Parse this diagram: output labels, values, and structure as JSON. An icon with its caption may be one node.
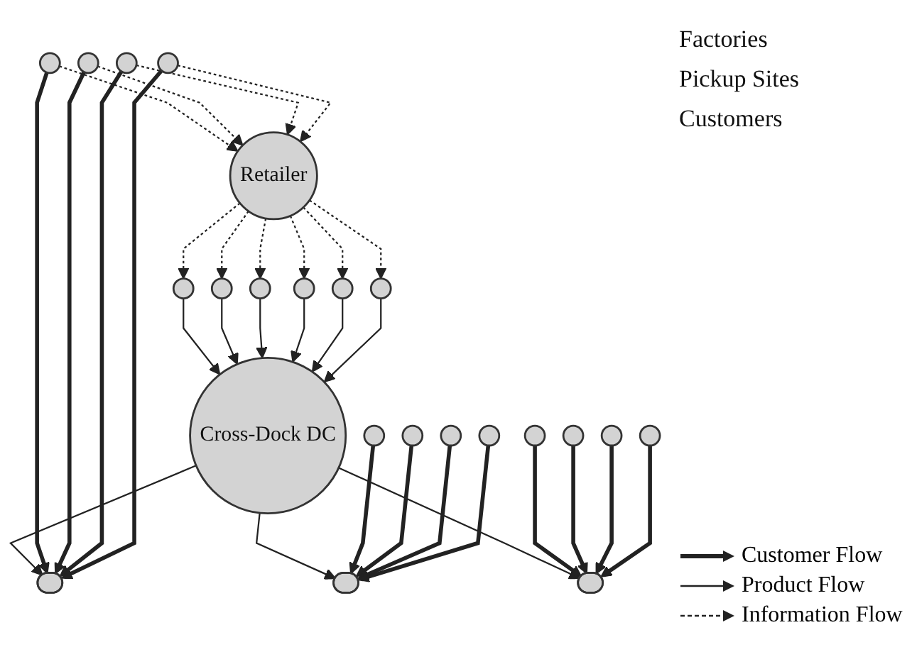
{
  "diagram": {
    "nodes": [
      {
        "text": [],
        "shape": "circle"
      },
      {
        "text": [],
        "shape": "circle"
      },
      {
        "text": [],
        "shape": "circle"
      },
      {
        "text": [],
        "shape": "circle"
      },
      {
        "text": [],
        "shape": "circle"
      },
      {
        "text": [],
        "shape": "circle"
      },
      {
        "text": [
          "Retailer"
        ]
      },
      {
        "text": [
          "Cross-Dock DC"
        ]
      },
      {
        "text": [],
        "shape": "ellipse"
      },
      {
        "text": [],
        "shape": "ellipse"
      },
      {
        "text": [],
        "shape": "ellipse"
      },
      {
        "text": [],
        "shape": "circle"
      },
      {
        "text": [],
        "shape": "circle"
      },
      {
        "text": [],
        "shape": "circle"
      },
      {
        "text": [],
        "shape": "circle"
      },
      {
        "text": [],
        "shape": "circle"
      },
      {
        "text": [],
        "shape": "circle"
      },
      {
        "text": [],
        "shape": "circle"
      },
      {
        "text": [],
        "shape": "circle"
      },
      {
        "text": [],
        "shape": "circle"
      },
      {
        "text": [],
        "shape": "circle"
      },
      {
        "text": [],
        "shape": "circle"
      },
      {
        "text": [],
        "shape": "circle"
      }
    ],
    "edges": [
      {
        "from": 0,
        "to": 7,
        "arrow": "to"
      },
      {
        "from": 1,
        "to": 7,
        "arrow": "to"
      },
      {
        "from": 2,
        "to": 7,
        "arrow": "to"
      },
      {
        "from": 3,
        "to": 7,
        "arrow": "to"
      },
      {
        "from": 4,
        "to": 7,
        "arrow": "to"
      },
      {
        "from": 5,
        "to": 7,
        "arrow": "to"
      },
      {
        "from": 6,
        "to": 0,
        "arrow": "to",
        "style": "dashed"
      },
      {
        "from": 6,
        "to": 1,
        "arrow": "to",
        "style": "dashed"
      },
      {
        "from": 6,
        "to": 2,
        "arrow": "to",
        "style": "dashed"
      },
      {
        "from": 6,
        "to": 3,
        "arrow": "to",
        "style": "dashed"
      },
      {
        "from": 6,
        "to": 4,
        "arrow": "to",
        "style": "dashed"
      },
      {
        "from": 6,
        "to": 5,
        "arrow": "to",
        "style": "dashed"
      },
      {
        "from": 7,
        "to": 8,
        "arrow": "to"
      },
      {
        "from": 7,
        "to": 9,
        "arrow": "to"
      },
      {
        "from": 7,
        "to": 10,
        "arrow": "to"
      },
      {
        "from": 11,
        "to": 6,
        "arrow": "to",
        "style": "dashed"
      },
      {
        "from": 12,
        "to": 6,
        "arrow": "to",
        "style": "dashed"
      },
      {
        "from": 13,
        "to": 6,
        "arrow": "to",
        "style": "dashed"
      },
      {
        "from": 14,
        "to": 6,
        "arrow": "to",
        "style": "dashed"
      },
      {
        "from": 11,
        "to": 8,
        "arrow": "to",
        "style": "thick"
      },
      {
        "from": 12,
        "to": 8,
        "arrow": "to",
        "style": "thick"
      },
      {
        "from": 13,
        "to": 8,
        "arrow": "to",
        "style": "thick"
      },
      {
        "from": 14,
        "to": 8,
        "arrow": "to",
        "style": "thick"
      },
      {
        "from": 15,
        "to": 9,
        "arrow": "to",
        "style": "thick"
      },
      {
        "from": 16,
        "to": 9,
        "arrow": "to",
        "style": "thick"
      },
      {
        "from": 17,
        "to": 9,
        "arrow": "to",
        "style": "thick"
      },
      {
        "from": 18,
        "to": 9,
        "arrow": "to",
        "style": "thick"
      },
      {
        "from": 19,
        "to": 10,
        "arrow": "to",
        "style": "thick"
      },
      {
        "from": 20,
        "to": 10,
        "arrow": "to",
        "style": "thick"
      },
      {
        "from": 21,
        "to": 10,
        "arrow": "to",
        "style": "thick"
      },
      {
        "from": 22,
        "to": 10,
        "arrow": "to",
        "style": "thick"
      }
    ],
    "labels": [
      "Factories",
      "Pickup Sites",
      "Customers"
    ],
    "legend": [
      {
        "text": "Customer Flow"
      },
      {
        "text": "Product Flow"
      },
      {
        "text": "Information Flow"
      }
    ]
  }
}
